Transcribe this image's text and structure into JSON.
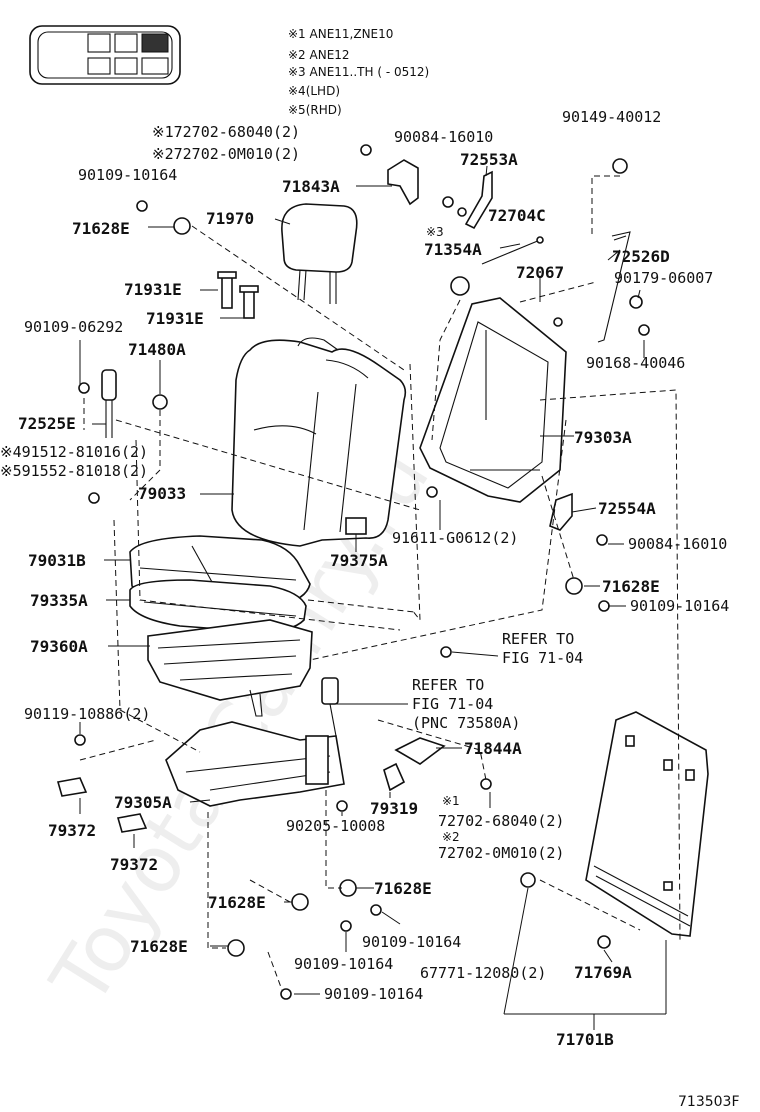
{
  "notes": [
    {
      "key": "n1",
      "text": "※1 ANE11,ZNE10"
    },
    {
      "key": "n2",
      "text": "※2 ANE12"
    },
    {
      "key": "n3",
      "text": "※3 ANE11..TH (       - 0512)"
    },
    {
      "key": "n4",
      "text": "※4(LHD)"
    },
    {
      "key": "n5",
      "text": "※5(RHD)"
    }
  ],
  "labels": {
    "p72702_68040_top": "※172702-68040(2)",
    "p72702_0M010_top": "※272702-0M010(2)",
    "p90084_16010_top": "90084-16010",
    "p90149_40012": "90149-40012",
    "p90109_10164_a": "90109-10164",
    "p71628E_a": "71628E",
    "p71970": "71970",
    "p71843A": "71843A",
    "p72553A": "72553A",
    "p72704C": "72704C",
    "p71354A_mark": "※3",
    "p71354A": "71354A",
    "p72067": "72067",
    "p72526D": "72526D",
    "p90179_06007": "90179-06007",
    "p71931E_a": "71931E",
    "p71931E_b": "71931E",
    "p90109_06292": "90109-06292",
    "p71480A": "71480A",
    "p90168_40046": "90168-40046",
    "p72525E": "72525E",
    "p79303A": "79303A",
    "p91512_81016": "※491512-81016(2)",
    "p91552_81018": "※591552-81018(2)",
    "p79033": "79033",
    "p72554A": "72554A",
    "p91611_G0612": "91611-G0612(2)",
    "p90084_16010_b": "90084-16010",
    "p79031B": "79031B",
    "p79375A": "79375A",
    "p79335A": "79335A",
    "p71628E_b": "71628E",
    "p90109_10164_b": "90109-10164",
    "p79360A": "79360A",
    "refer1_a": "REFER TO",
    "refer1_b": "FIG 71-04",
    "refer2_a": "REFER TO",
    "refer2_b": "FIG 71-04",
    "refer2_c": "(PNC 73580A)",
    "p90119_10886": "90119-10886(2)",
    "p71844A": "71844A",
    "p79372_a": "79372",
    "p79305A": "79305A",
    "p79319": "79319",
    "p72702_68040_bot_mark": "※1",
    "p72702_68040_bot": "72702-68040(2)",
    "p72702_0M010_bot_mark": "※2",
    "p72702_0M010_bot": "72702-0M010(2)",
    "p90205_10008": "90205-10008",
    "p79372_b": "79372",
    "p71628E_c": "71628E",
    "p71628E_d": "71628E",
    "p90109_10164_c": "90109-10164",
    "p90109_10164_d": "90109-10164",
    "p71628E_e": "71628E",
    "p67771_12080": "67771-12080(2)",
    "p71769A": "71769A",
    "p90109_10164_e": "90109-10164",
    "p71701B": "71701B"
  },
  "diagram_id": "713503F",
  "watermark": "Toyota-Camry.ru"
}
